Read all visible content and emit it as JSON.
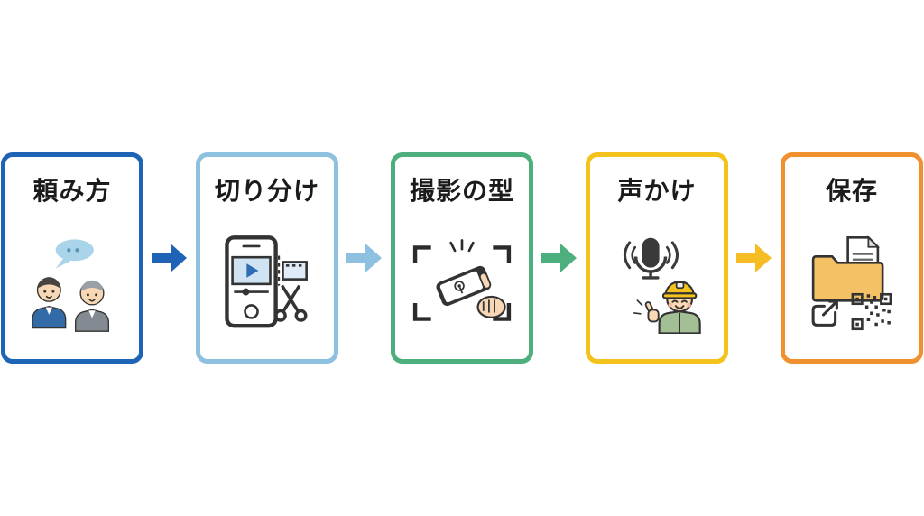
{
  "diagram": {
    "background": "#ffffff",
    "steps": [
      {
        "title": "頼み方",
        "color": "#1f63b7",
        "icon": "people-talking-icon"
      },
      {
        "title": "切り分け",
        "color": "#8ec0e0",
        "icon": "video-cut-icon"
      },
      {
        "title": "撮影の型",
        "color": "#4caf7d",
        "icon": "phone-capture-icon"
      },
      {
        "title": "声かけ",
        "color": "#f4c21d",
        "icon": "voice-worker-icon"
      },
      {
        "title": "保存",
        "color": "#f0902f",
        "icon": "save-export-icon"
      }
    ],
    "arrows": [
      {
        "color": "#1f63b7"
      },
      {
        "color": "#8ec0e0"
      },
      {
        "color": "#4caf7d"
      },
      {
        "color": "#f6bc24"
      }
    ],
    "palette": {
      "outline": "#333333",
      "skin": "#f8d8b4",
      "bubble": "#a9d4ea",
      "play_blue": "#2e6db4",
      "suit_blue": "#336aa8",
      "suit_gray": "#848a92",
      "helmet_yellow": "#f6c21c",
      "uniform_green": "#a3bf95",
      "folder_yellow": "#f4c264"
    }
  }
}
